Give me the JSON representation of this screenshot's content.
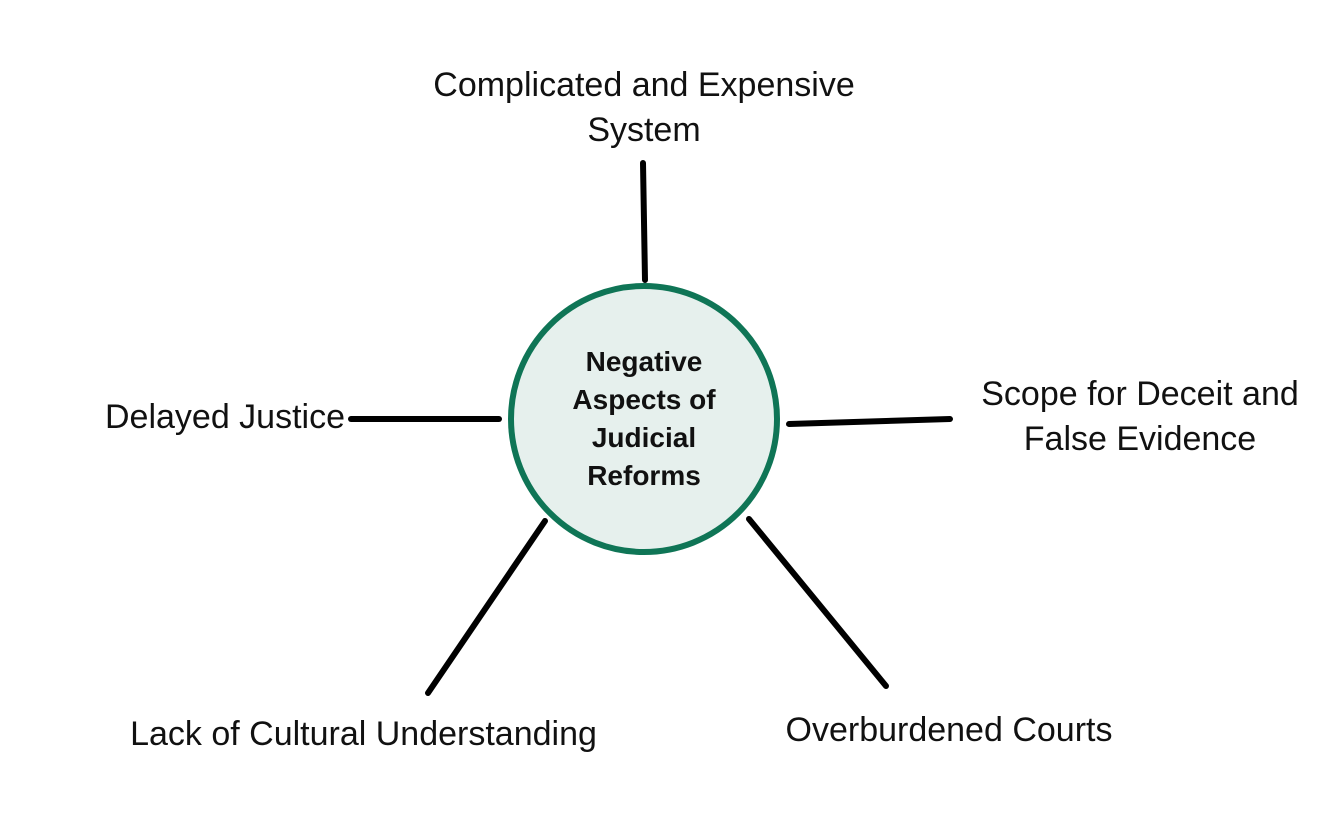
{
  "center": {
    "label": "Negative Aspects of Judicial Reforms"
  },
  "branches": {
    "top": {
      "line1": "Complicated and Expensive",
      "line2": "System"
    },
    "right": {
      "line1": "Scope for Deceit and",
      "line2": "False Evidence"
    },
    "left": {
      "label": "Delayed Justice"
    },
    "bottom_left": {
      "label": "Lack of Cultural Understanding"
    },
    "bottom_right": {
      "label": "Overburdened Courts"
    }
  },
  "colors": {
    "circle_border": "#0f7556",
    "circle_fill": "#e6f0ed",
    "connector": "#000000",
    "text": "#111111"
  }
}
